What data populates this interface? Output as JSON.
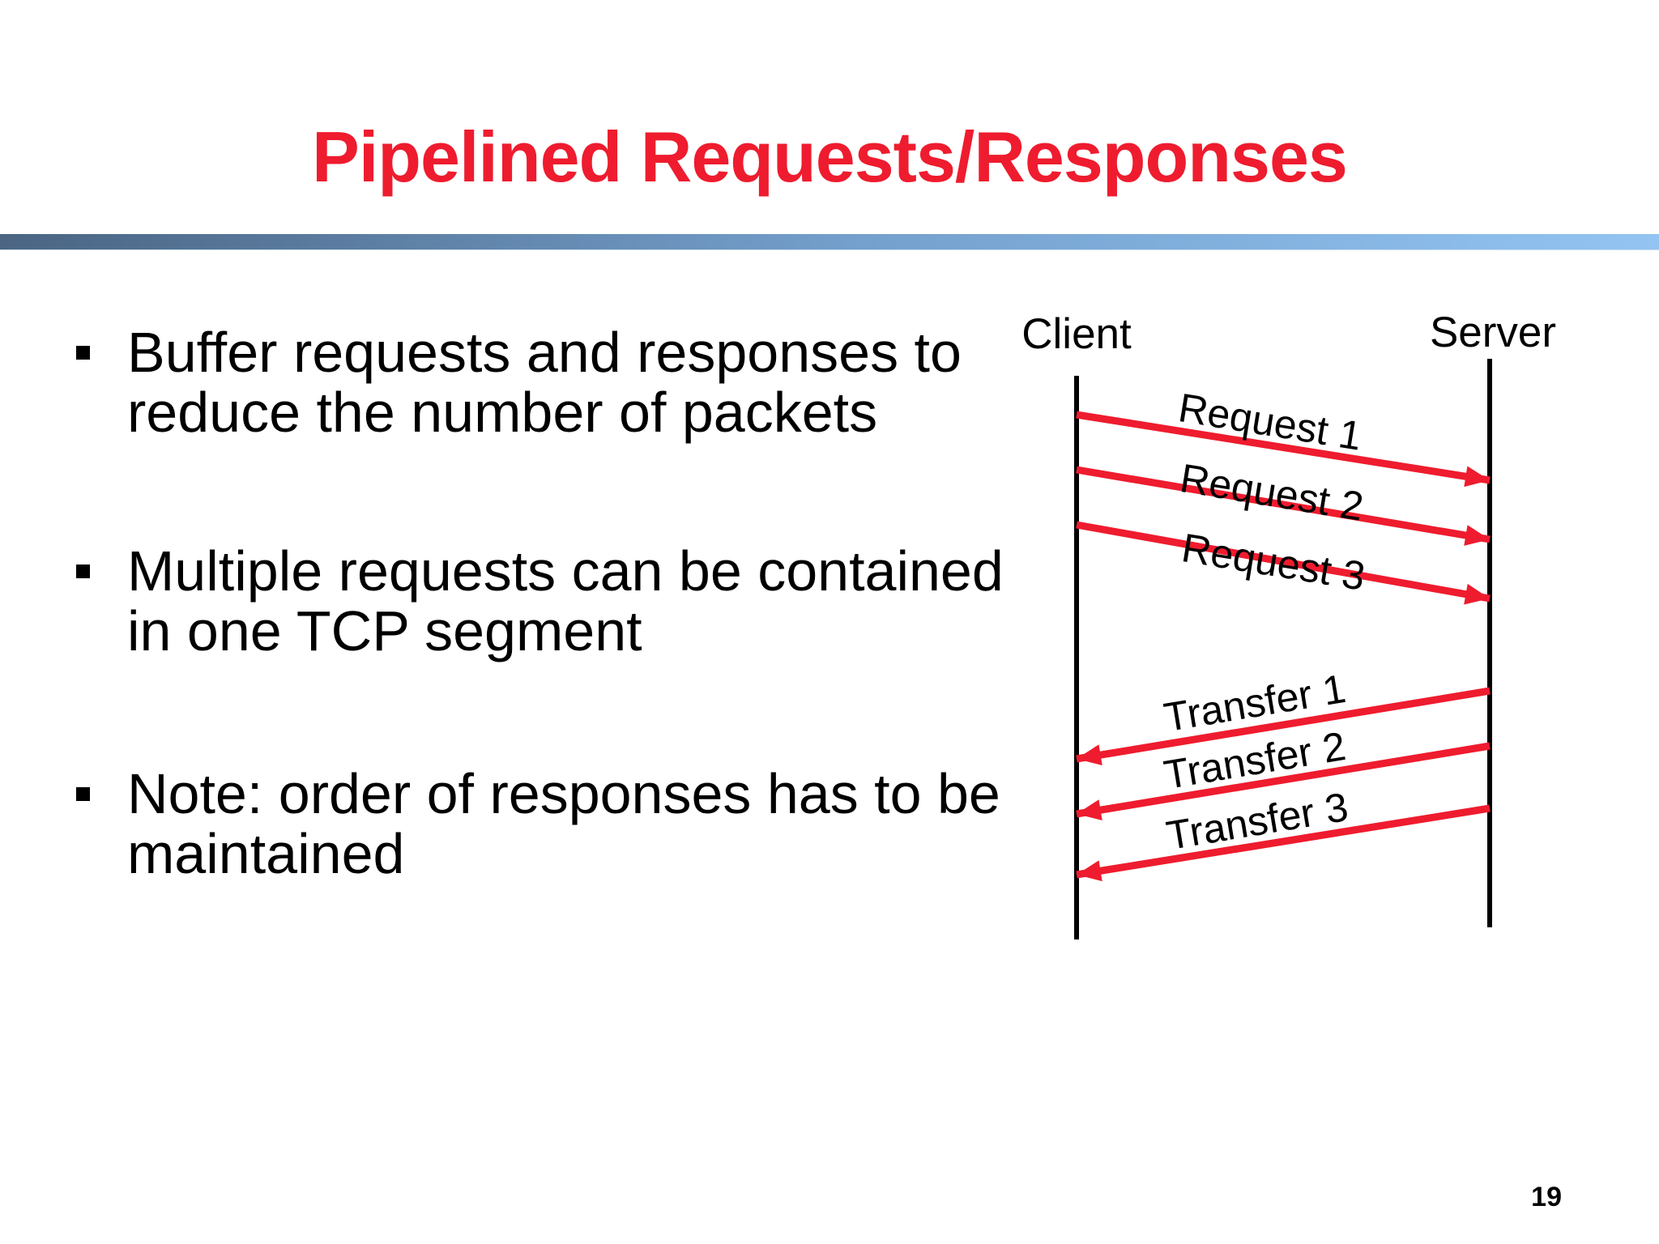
{
  "slide": {
    "title": "Pipelined Requests/Responses",
    "page_number": "19",
    "bullets": [
      {
        "lines": [
          "Buffer requests and responses to",
          "reduce the number of packets"
        ]
      },
      {
        "lines": [
          "Multiple requests can be contained",
          "in one TCP segment"
        ]
      },
      {
        "lines": [
          "Note: order of responses has to be",
          "maintained"
        ]
      }
    ],
    "diagram": {
      "client_label": "Client",
      "server_label": "Server",
      "requests": [
        "Request 1",
        "Request 2",
        "Request 3"
      ],
      "transfers": [
        "Transfer 1",
        "Transfer 2",
        "Transfer 3"
      ]
    }
  },
  "colors": {
    "title_red": "#ee1c2e",
    "arrow_red": "#ee1c2e",
    "line_black": "#000000",
    "bar_left": "#4b6583",
    "bar_mid": "#74a0cd",
    "bar_right": "#93c4f2"
  }
}
